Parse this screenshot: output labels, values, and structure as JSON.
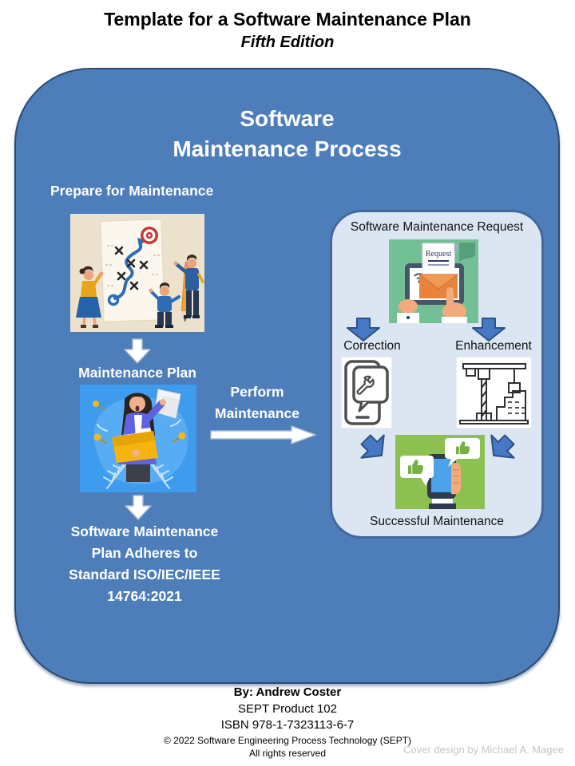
{
  "header": {
    "title": "Template for a Software Maintenance Plan",
    "subtitle": "Fifth Edition"
  },
  "diagram": {
    "heading": "Software\nMaintenance Process",
    "prepare_label": "Prepare for Maintenance",
    "maintenance_plan_label": "Maintenance Plan",
    "perform_label": "Perform\nMaintenance",
    "standard_note": "Software Maintenance\nPlan Adheres to\nStandard  ISO/IEC/IEEE\n14764:2021",
    "request_panel": {
      "title": "Software Maintenance Request",
      "request_doc_label": "Request",
      "correction_label": "Correction",
      "enhancement_label": "Enhancement",
      "success_label": "Successful Maintenance"
    }
  },
  "footer": {
    "author": "By: Andrew Coster",
    "product": "SEPT Product 102",
    "isbn": "ISBN 978-1-7323113-6-7",
    "copyright": "© 2022 Software Engineering Process Technology (SEPT)",
    "rights": "All rights reserved",
    "cover_credit": "Cover design by Michael A. Magee"
  },
  "colors": {
    "box_fill": "#4e7eba",
    "box_border": "#2b4a73",
    "panel_fill": "#dce6f2",
    "panel_border": "#44689e",
    "arrow_blue": "#4579c4",
    "arrow_blue_border": "#2c5184",
    "strategy_bg": "#ece1cc",
    "plan_bg": "#3f9bee",
    "request_bg": "#74c096",
    "success_bg": "#8cc152"
  },
  "icons": {
    "strategy": "strategy-planning-illustration",
    "plan": "maintenance-plan-illustration",
    "request": "request-tablet-illustration",
    "correction": "phone-wrench-icon",
    "enhancement": "construction-crane-icon",
    "success": "thumbs-up-phone-illustration"
  }
}
